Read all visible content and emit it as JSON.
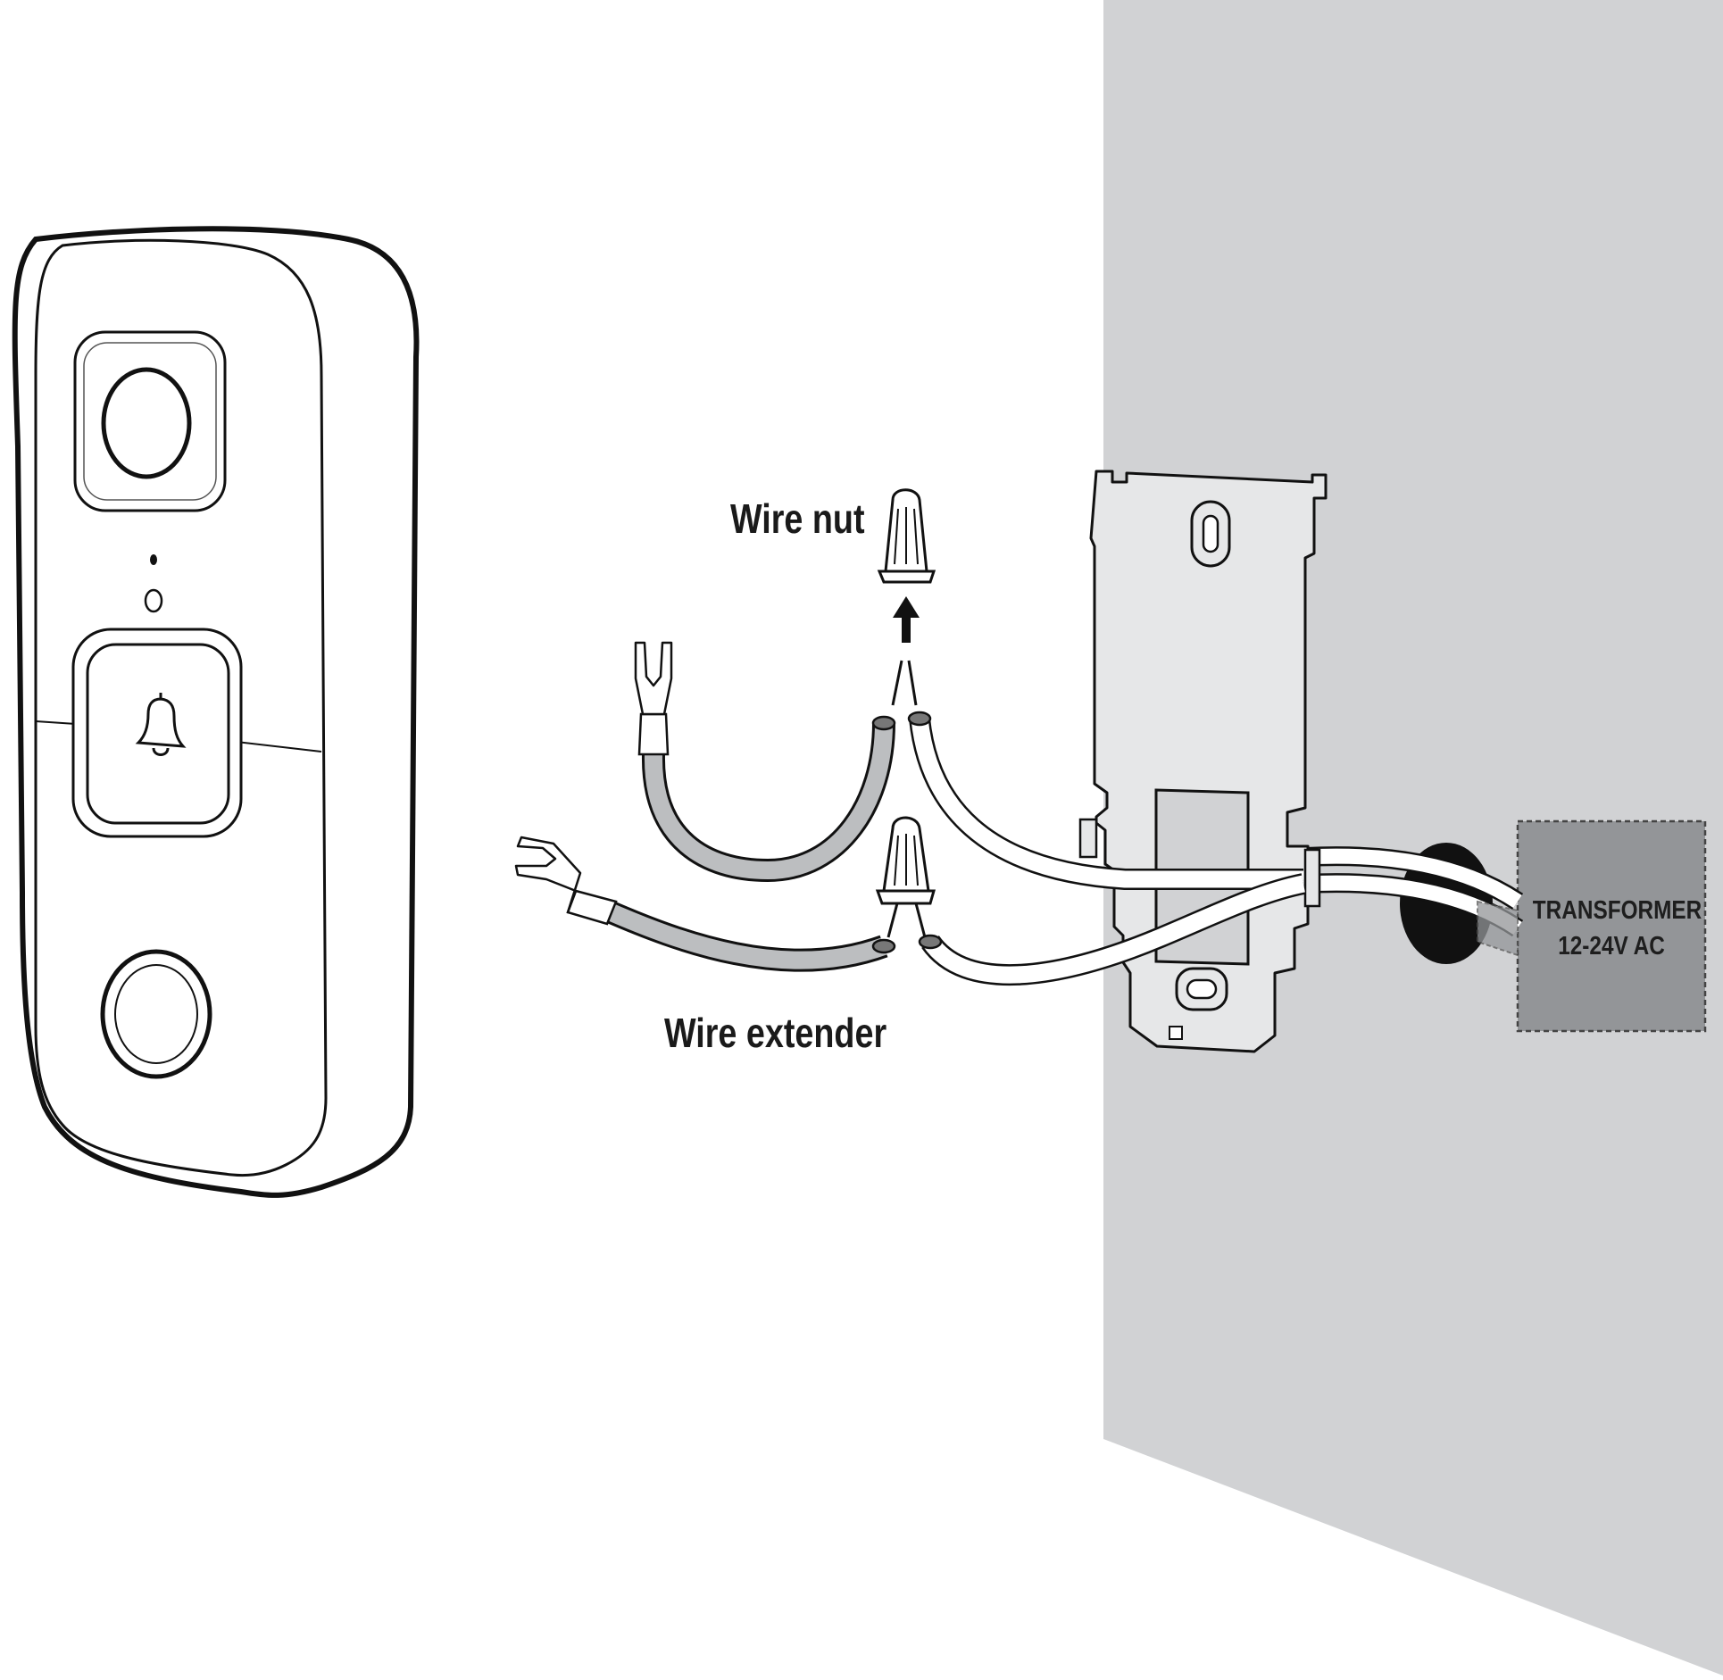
{
  "labels": {
    "wire_nut": "Wire nut",
    "wire_extender": "Wire extender"
  },
  "transformer": {
    "line1": "TRANSFORMER",
    "line2": "12-24V AC"
  },
  "colors": {
    "wall": "#d1d2d4",
    "bracket": "#e6e7e8",
    "transformer_fill": "#939598",
    "wire_insulation": "#bcbec0",
    "outline": "#111111",
    "wall_hole": "#111111"
  },
  "icons": {
    "bell": "bell-icon",
    "arrow": "arrow-up-icon"
  }
}
